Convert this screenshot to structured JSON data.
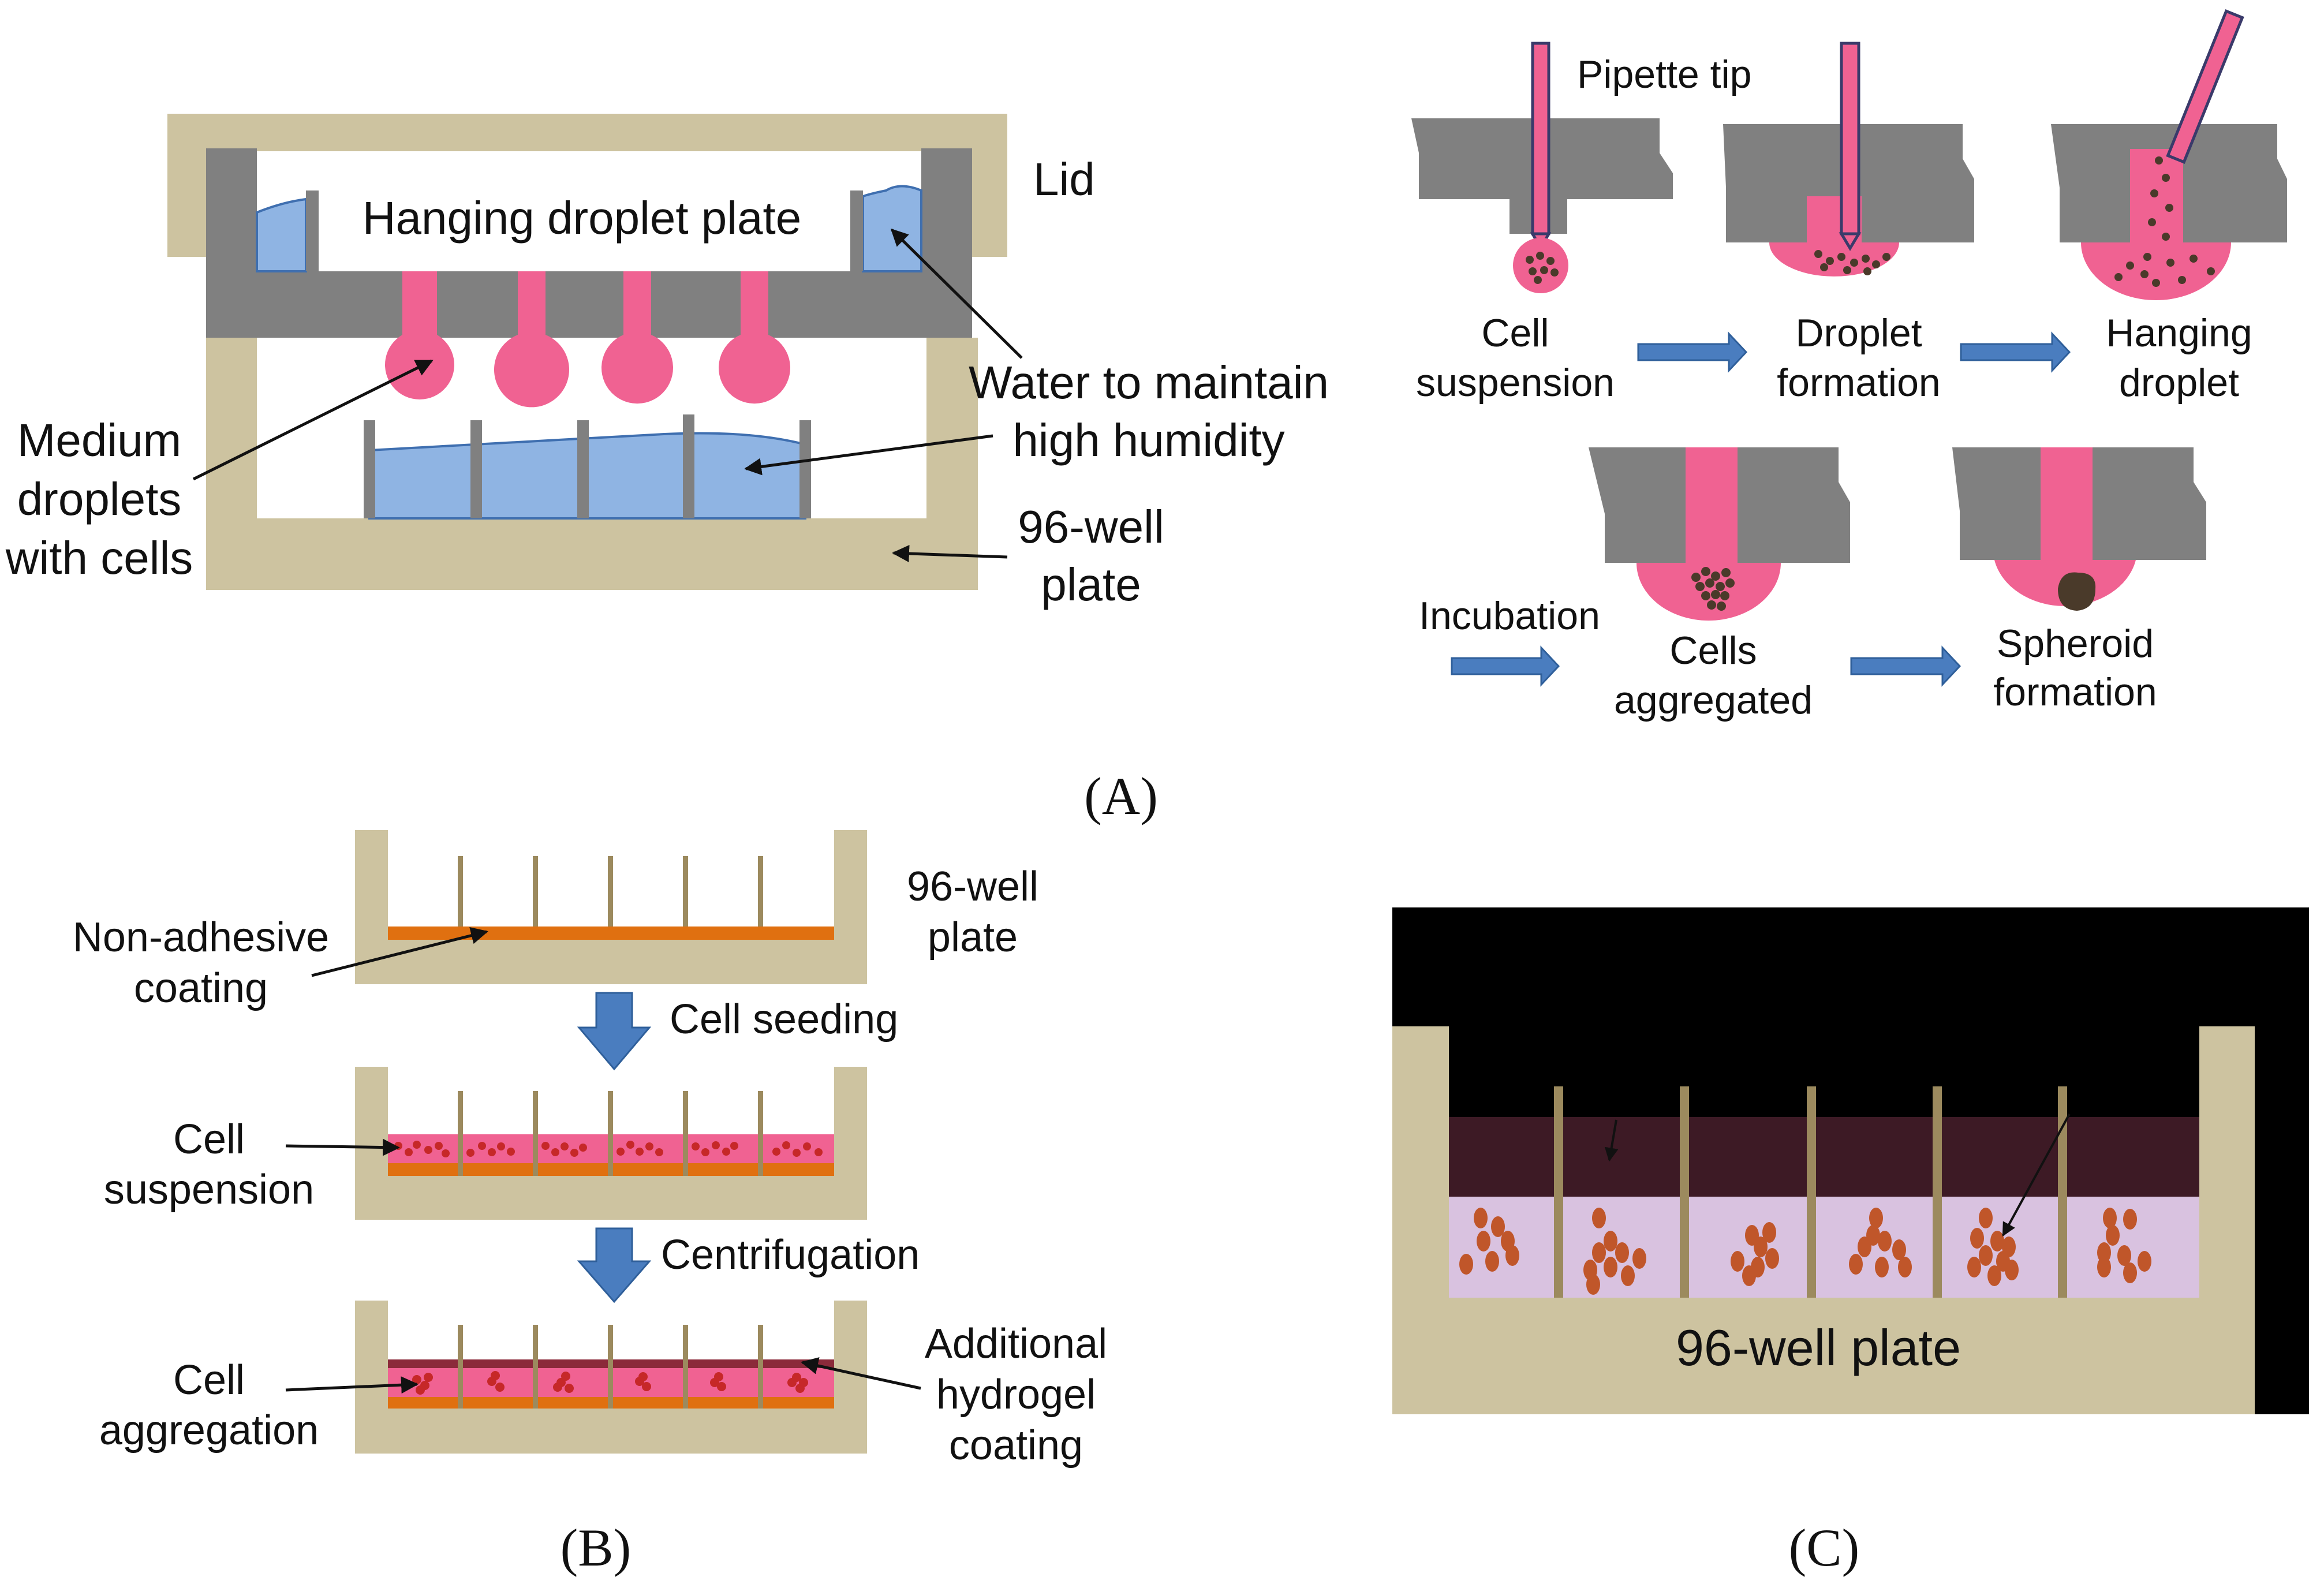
{
  "colors": {
    "plate": "#cdc3a0",
    "gray": "#808080",
    "pink": "#f06292",
    "water": "#8fb4e3",
    "water_edge": "#3f6fb0",
    "cell_dark": "#4a3a2a",
    "cell_red": "#c62828",
    "orange": "#e07010",
    "blue_arrow": "#4a7dbf",
    "maroon": "#8b2a3a",
    "black": "#000000",
    "dark_maroon": "#3d1a25",
    "lavender": "#d9c2e0",
    "orange_cell": "#c0562a",
    "divider": "#9c8a5e"
  },
  "panelA": {
    "lid": "Lid",
    "hanging_plate": "Hanging droplet plate",
    "water_l1": "Water to maintain",
    "water_l2": "high humidity",
    "medium_l1": "Medium",
    "medium_l2": "droplets",
    "medium_l3": "with cells",
    "well_l1": "96-well",
    "well_l2": "plate",
    "caption": "(A)"
  },
  "panelA_steps": {
    "pipette_tip": "Pipette tip",
    "cell_susp_l1": "Cell",
    "cell_susp_l2": "suspension",
    "droplet_l1": "Droplet",
    "droplet_l2": "formation",
    "hanging_l1": "Hanging",
    "hanging_l2": "droplet",
    "incubation": "Incubation",
    "aggregated_l1": "Cells",
    "aggregated_l2": "aggregated",
    "spheroid_l1": "Spheroid",
    "spheroid_l2": "formation"
  },
  "panelB": {
    "well_l1": "96-well",
    "well_l2": "plate",
    "nonadhesive_l1": "Non-adhesive",
    "nonadhesive_l2": "coating",
    "seeding": "Cell seeding",
    "suspension_l1": "Cell",
    "suspension_l2": "suspension",
    "centrifugation": "Centrifugation",
    "aggregation_l1": "Cell",
    "aggregation_l2": "aggregation",
    "hydrogel_l1": "Additional",
    "hydrogel_l2": "hydrogel",
    "hydrogel_l3": "coating",
    "caption": "(B)"
  },
  "panelC": {
    "plate_label": "96-well plate",
    "caption": "(C)"
  }
}
